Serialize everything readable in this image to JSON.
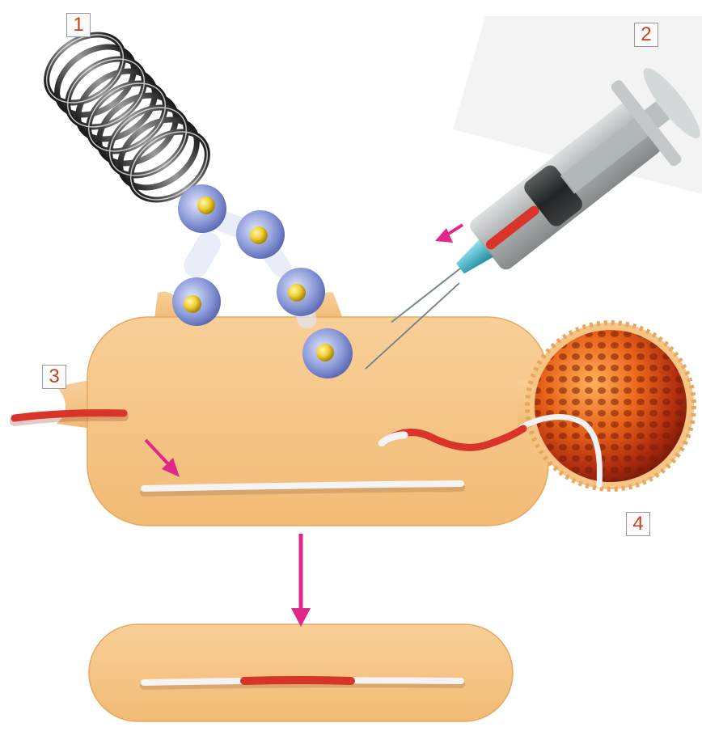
{
  "labels": [
    "1",
    "2",
    "3",
    "4"
  ],
  "colors": {
    "cell": "#f6c586",
    "cell_edge": "#e9ad62",
    "dna_red": "#d8342a",
    "dna_white": "#f4f4f4",
    "arrow": "#e0288a",
    "label_text": "#c8401e",
    "bead": "#f0cf2e",
    "clamp": "#7f8fd0"
  },
  "icons": [
    "coiled-vector-icon",
    "syringe-icon",
    "nanoparticle-sphere-icon"
  ]
}
